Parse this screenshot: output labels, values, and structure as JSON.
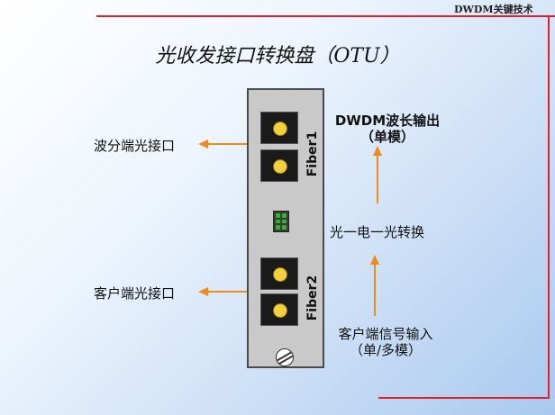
{
  "header": {
    "tag": "DWDM关键技术"
  },
  "title": "光收发接口转换盘（OTU）",
  "board": {
    "fiber1_label": "Fiber1",
    "fiber2_label": "Fiber2"
  },
  "labels": {
    "wave_side_port": "波分端光接口",
    "client_side_port": "客户端光接口",
    "dwdm_output_line1": "DWDM波长输出",
    "dwdm_output_line2": "（单模）",
    "conversion": "光一电一光转换",
    "client_input_line1": "客户端信号输入",
    "client_input_line2": "（单/多模）"
  },
  "colors": {
    "frame": "#e0202a",
    "arrow": "#f08a1c",
    "connector": "#f4d03f",
    "led": "#2fb52f"
  }
}
